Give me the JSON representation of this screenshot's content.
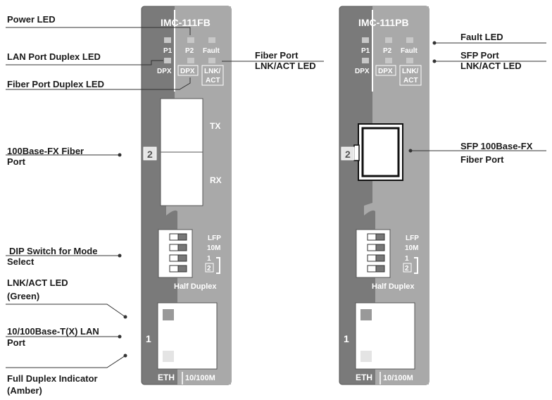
{
  "left_device": {
    "model": "IMC-111FB",
    "p1": "P1",
    "p2": "P2",
    "fault": "Fault",
    "dpx_a": "DPX",
    "dpx_b": "DPX",
    "lnk": "LNK/",
    "act": "ACT",
    "port2": "2",
    "tx": "TX",
    "rx": "RX",
    "lfp": "LFP",
    "m10": "10M",
    "sw1": "1",
    "sw2": "2",
    "half": "Half Duplex",
    "port1": "1",
    "eth": "ETH",
    "speed": "10/100M"
  },
  "right_device": {
    "model": "IMC-111PB",
    "p1": "P1",
    "p2": "P2",
    "fault": "Fault",
    "dpx_a": "DPX",
    "dpx_b": "DPX",
    "lnk": "LNK/",
    "act": "ACT",
    "port2": "2",
    "lfp": "LFP",
    "m10": "10M",
    "sw1": "1",
    "sw2": "2",
    "half": "Half Duplex",
    "port1": "1",
    "eth": "ETH",
    "speed": "10/100M"
  },
  "labels": {
    "power_led": "Power LED",
    "lan_duplex_led": "LAN Port Duplex LED",
    "fiber_duplex_led": "Fiber Port Duplex LED",
    "fiber_port_l1": "100Base-FX Fiber",
    "fiber_port_l2": "Port",
    "dip_l1": "DIP Switch for Mode",
    "dip_l2": "Select",
    "lnkact_l1": "LNK/ACT LED",
    "lnkact_l2": "(Green)",
    "lan_port_l1": "10/100Base-T(X) LAN",
    "lan_port_l2": "Port",
    "full_duplex_l1": "Full Duplex Indicator",
    "full_duplex_l2": "(Amber)",
    "fiber_lnk_l1": "Fiber Port",
    "fiber_lnk_l2": "LNK/ACT LED",
    "fault_led": "Fault LED",
    "sfp_lnk_l1": "SFP Port",
    "sfp_lnk_l2": "LNK/ACT LED",
    "sfp_fiber_l1": "SFP 100Base-FX",
    "sfp_fiber_l2": "Fiber Port"
  },
  "colors": {
    "dark_panel": "#7a7a7a",
    "light_panel": "#a9a9a9",
    "led_gray": "#c8c8c8",
    "port_white": "#ffffff",
    "line": "#333333"
  }
}
